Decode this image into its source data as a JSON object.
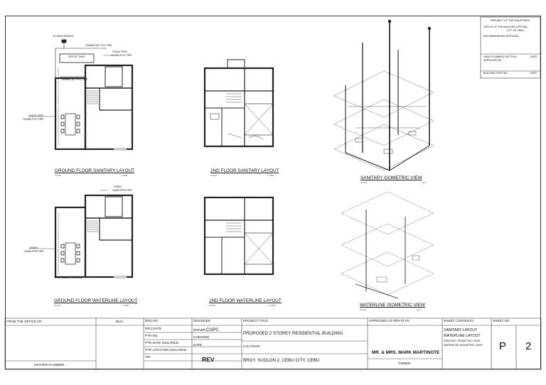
{
  "authority_block": {
    "republic": "REPUBLIC OF THE PHILIPPINES",
    "office": "OFFICE OF THE BUILDING OFFICIAL",
    "city": "CITY OF CEBU",
    "recommending": "RECOMMENDING APPROVAL:",
    "section_chief": "HEAD PLUMBING SECTION",
    "approved_by": "APPROVED BY:",
    "date1": "DATE",
    "building_official": "BUILDING OFFICIAL",
    "date2": "DATE"
  },
  "plans": {
    "gf_sanitary": {
      "title": "GROUND FLOOR SANITARY LAYOUT",
      "scale_left": "SCALE",
      "scale_right": "1:100M"
    },
    "second_sanitary": {
      "title": "2ND FLOOR SANITARY LAYOUT",
      "scale_left": "SCALE",
      "scale_right": "1:100M"
    },
    "sanitary_iso": {
      "title": "SANITARY ISOMETRIC VIEW",
      "scale_left": "SCALE",
      "scale_right": "NTS"
    },
    "gf_waterline": {
      "title": "GROUND FLOOR WATERLINE LAYOUT",
      "scale_left": "SCALE",
      "scale_right": "1:100M"
    },
    "second_waterline": {
      "title": "2ND FLOOR WATERLINE LAYOUT",
      "scale_left": "SCALE",
      "scale_right": "1:100M"
    },
    "waterline_iso": {
      "title": "WATERLINE ISOMETRIC VIEW",
      "scale_left": "SCALE",
      "scale_right": "NTS"
    }
  },
  "annotations": {
    "to_main_sewer": "TO MAIN SEWER",
    "pvc_pipe_100": "100MM DIA. PVC PIPE",
    "septic_tank": "SEPTIC TANK",
    "stack_pipe": "STACK PIPE",
    "pvc_100": "100MM PVC PIPE",
    "stack_pipe_left": "STACK PIPE",
    "pvc_left": "100MM PVC PIPE",
    "riser_top": "RISER",
    "ppr_20": "20MM PPR PIPE",
    "riser_left": "RISER",
    "ppr_left": "20MM PPR PIPE",
    "from_water": "FROM WATER SOURCE",
    "side_pipe": "100MM DIA. PVC PIPE"
  },
  "title_block": {
    "from_office": "FROM THE OFFICE OF",
    "seal": "SEAL",
    "master_plumber": "MASTER PLUMBER",
    "reg_no": "REG.NO.",
    "reg_date": "REG.DATE",
    "ptr_no": "PTR NO.",
    "ptr_date": "PTR DATE ISSUANCE",
    "ptr_location": "PTR LOCATION ISSUANCE",
    "tin": "TIN",
    "designed": "DESIGNED",
    "drawn": "DRAWN",
    "drawn_value": "CGPC",
    "checked": "CHECKED",
    "date": "DATE",
    "rev": "REV",
    "project_title_label": "PROJECT TITLE",
    "project_title": "PROPOSED 2 STOREY RESIDENTIAL BUILDING",
    "location_label": "LOCATION",
    "location": "BRGY. SUDLON 2, CEBU CITY, CEBU",
    "approved_label": "APPROVED AS PER PLAN",
    "owner_name": "MR. & MRS. MARK MARTINOTE",
    "owner_label": "OWNER",
    "sheet_contents_label": "SHEET CONTENTS",
    "contents": [
      "SANITARY LAYOUT",
      "WATERLINE LAYOUT",
      "SANITARY ISOMETRIC VIEW",
      "WATERLINE ISOMETRIC VIEW"
    ],
    "sheet_no_label": "SHEET NO.",
    "sheet_letter": "P",
    "sheet_number": "2"
  }
}
